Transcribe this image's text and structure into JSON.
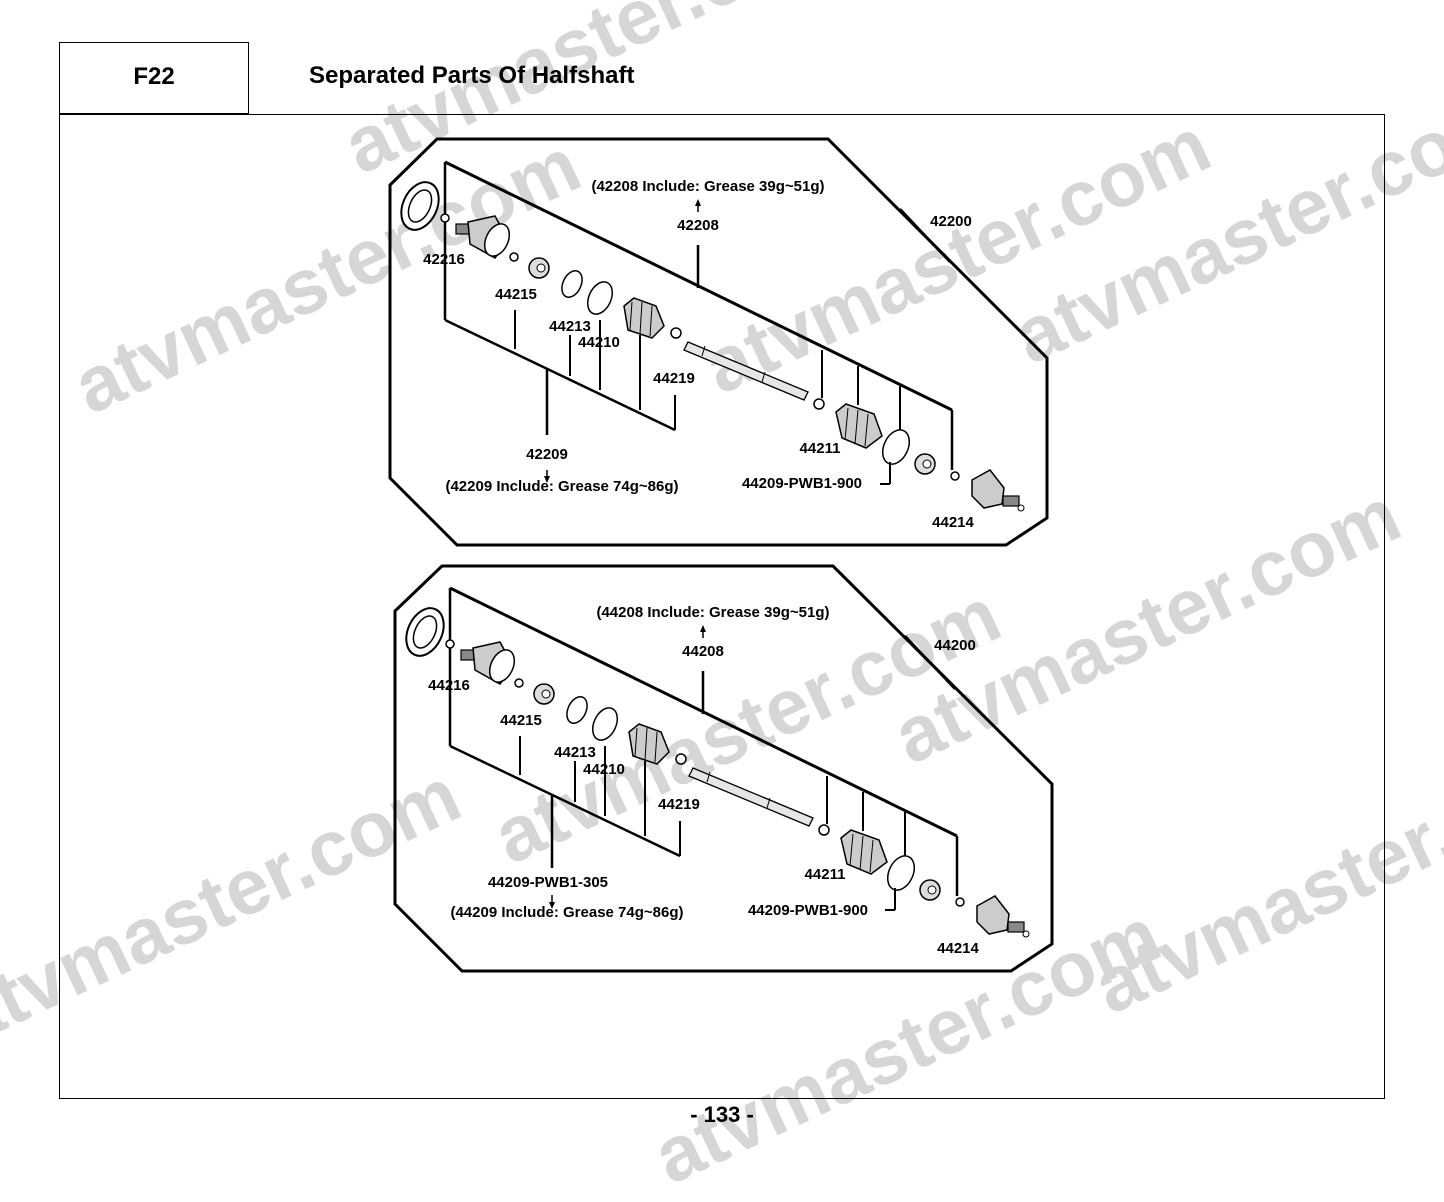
{
  "header": {
    "code": "F22",
    "title": "Separated Parts Of  Halfshaft"
  },
  "diagram_top": {
    "assembly_label": "42200",
    "shaft_label": "42208",
    "shaft_note": "(42208 Include: Grease  39g~51g)",
    "kit_label": "42209",
    "kit_note": "(42209 Include: Grease  74g~86g)",
    "parts": {
      "p44216": "42216",
      "p44215": "44215",
      "p44213": "44213",
      "p44210": "44210",
      "p44219": "44219",
      "p44211": "44211",
      "pwb": "44209-PWB1-900",
      "p44214": "44214"
    }
  },
  "diagram_bottom": {
    "assembly_label": "44200",
    "shaft_label": "44208",
    "shaft_note": "(44208 Include: Grease  39g~51g)",
    "kit_label": "44209-PWB1-305",
    "kit_note": "(44209 Include: Grease  74g~86g)",
    "parts": {
      "p44216": "44216",
      "p44215": "44215",
      "p44213": "44213",
      "p44210": "44210",
      "p44219": "44219",
      "p44211": "44211",
      "pwb": "44209-PWB1-900",
      "p44214": "44214"
    }
  },
  "page_number": "- 133 -",
  "watermark": "atvmaster.com"
}
